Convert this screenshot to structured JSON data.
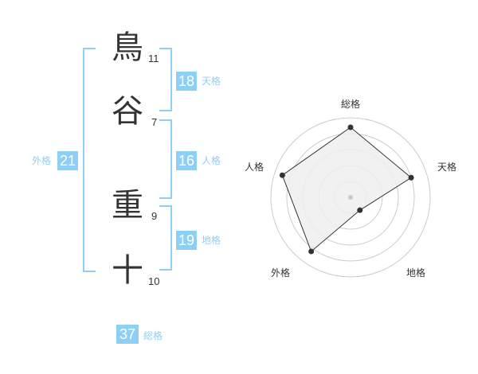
{
  "name": {
    "chars": [
      {
        "char": "鳥",
        "strokes": "11"
      },
      {
        "char": "谷",
        "strokes": "7"
      },
      {
        "char": "重",
        "strokes": "9"
      },
      {
        "char": "十",
        "strokes": "10"
      }
    ]
  },
  "fortune": {
    "tenkaku": {
      "label": "天格",
      "value": "18"
    },
    "jinkaku": {
      "label": "人格",
      "value": "16"
    },
    "chikaku": {
      "label": "地格",
      "value": "19"
    },
    "gaikaku": {
      "label": "外格",
      "value": "21"
    },
    "soukaku": {
      "label": "総格",
      "value": "37"
    }
  },
  "colors": {
    "accent": "#8dcff5",
    "text": "#333333",
    "radar_fill": "#efefef",
    "grid": "#cccccc"
  },
  "chart_data": {
    "type": "radar",
    "axes": [
      "総格",
      "天格",
      "地格",
      "外格",
      "人格"
    ],
    "levels": 5,
    "values": [
      4.4,
      4.0,
      1.0,
      4.2,
      4.5
    ],
    "max": 5
  }
}
